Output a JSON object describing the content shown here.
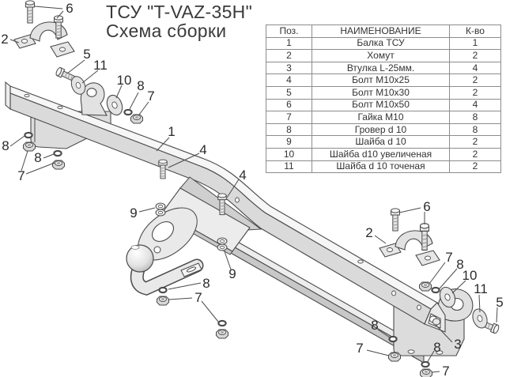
{
  "page_title": {
    "line1": "ТСУ \"T-VAZ-35H\"",
    "line2": "Схема сборки"
  },
  "parts_table": {
    "headers": [
      "Поз.",
      "НАИМЕНОВАНИЕ",
      "К-во"
    ],
    "rows": [
      [
        "1",
        "Балка ТСУ",
        "1"
      ],
      [
        "2",
        "Хомут",
        "2"
      ],
      [
        "3",
        "Втулка L-25мм.",
        "4"
      ],
      [
        "4",
        "Болт М10х25",
        "2"
      ],
      [
        "5",
        "Болт М10х30",
        "2"
      ],
      [
        "6",
        "Болт М10х50",
        "4"
      ],
      [
        "7",
        "Гайка М10",
        "8"
      ],
      [
        "8",
        "Гровер d 10",
        "8"
      ],
      [
        "9",
        "Шайба d 10",
        "2"
      ],
      [
        "10",
        "Шайба d10 увеличеная",
        "2"
      ],
      [
        "11",
        "Шайба d 10 точеная",
        "2"
      ]
    ]
  },
  "diagram": {
    "callouts": [
      "6",
      "2",
      "5",
      "11",
      "10",
      "8",
      "7",
      "8",
      "8",
      "7",
      "1",
      "4",
      "4",
      "9",
      "9",
      "8",
      "7",
      "2",
      "6",
      "7",
      "8",
      "10",
      "11",
      "5",
      "3",
      "8",
      "7",
      "8",
      "7"
    ]
  },
  "colors": {
    "outline": "#4a4a4a",
    "metal_light": "#f5f5f5",
    "metal_mid": "#dcdcdc",
    "metal_dark": "#c9c9c9",
    "table_border": "#8c8c8c",
    "text": "#333333"
  }
}
